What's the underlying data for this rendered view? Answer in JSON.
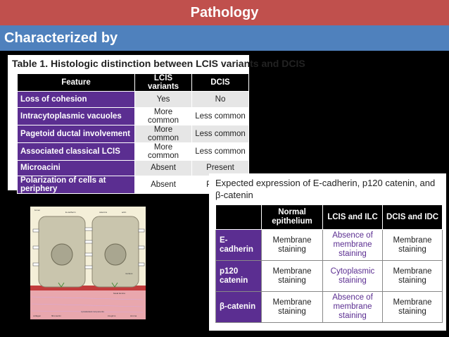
{
  "header": {
    "title": "Pathology"
  },
  "subheader": {
    "text": "Characterized by"
  },
  "table1": {
    "title_bold": "Table 1.",
    "title_rest": " Histologic distinction between LCIS variants and DCIS",
    "headers": [
      "Feature",
      "LCIS variants",
      "DCIS"
    ],
    "rows": [
      [
        "Loss of cohesion",
        "Yes",
        "No"
      ],
      [
        "Intracytoplasmic vacuoles",
        "More common",
        "Less common"
      ],
      [
        "Pagetoid ductal involvement",
        "More common",
        "Less common"
      ],
      [
        "Associated classical LCIS",
        "More common",
        "Less common"
      ],
      [
        "Microacini",
        "Absent",
        "Present"
      ],
      [
        "Polarization of cells at periphery",
        "Absent",
        "Present"
      ]
    ]
  },
  "table2": {
    "title": "Expected expression of E-cadherin, p120 catenin, and β-catenin",
    "headers": [
      "",
      "Normal epithelium",
      "LCIS and ILC",
      "DCIS and IDC"
    ],
    "rows": [
      [
        "E-cadherin",
        "Membrane staining",
        "Absence of membrane staining",
        "Membrane staining"
      ],
      [
        "p120 catenin",
        "Membrane staining",
        "Cytoplasmic staining",
        "Membrane staining"
      ],
      [
        "β-catenin",
        "Membrane staining",
        "Absence of membrane staining",
        "Membrane staining"
      ]
    ]
  },
  "diagram": {
    "labels": [
      "lumen",
      "E-cadherin",
      "catenins",
      "actin",
      "nucleus",
      "basal lamina",
      "collagen",
      "fibronectin",
      "cytoskeletal components",
      "integrins",
      "stroma"
    ]
  }
}
